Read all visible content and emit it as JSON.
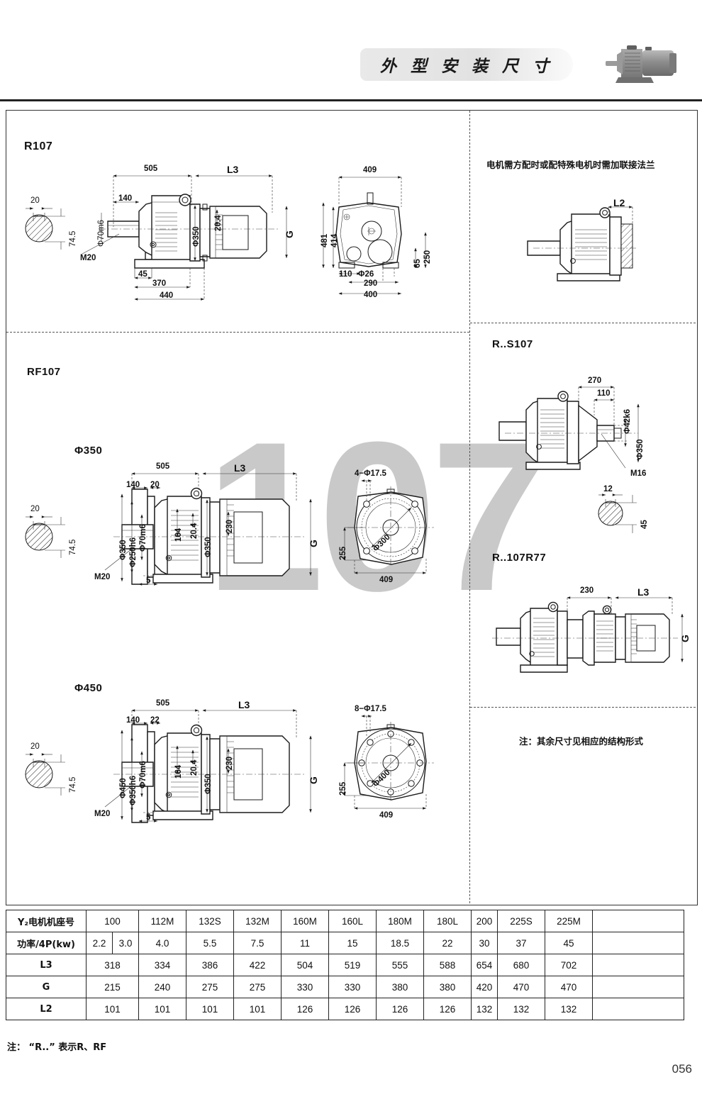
{
  "header": {
    "title": "外 型 安 装 尺 寸",
    "product_photo_alt": "gear-motor-photo"
  },
  "sections": {
    "r107": {
      "label": "R107",
      "dims": {
        "key_width": "20",
        "key_height": "74.5",
        "shaft": "Φ70m6",
        "m20": "M20",
        "a140": "140",
        "a505": "505",
        "l3": "L3",
        "phi350": "Φ350",
        "d204": "20.4",
        "g": "G",
        "b45": "45",
        "b370": "370",
        "b440": "440",
        "e409": "409",
        "e481": "481",
        "e414": "414",
        "e250": "250",
        "e65": "65",
        "e110": "110",
        "phi26": "Φ26",
        "e290": "290",
        "e400": "400"
      }
    },
    "flange_note": {
      "text": "电机需方配时或配特殊电机时需加联接法兰",
      "dims": {
        "l2": "L2"
      }
    },
    "rf107": {
      "label": "RF107",
      "variant350": {
        "label": "Φ350",
        "dims": {
          "key_width": "20",
          "key_height": "74.5",
          "a505": "505",
          "a140": "140",
          "a20": "20",
          "flange_od": "Φ350",
          "pilot": "Φ250h6",
          "shaft": "Φ70m6",
          "m20": "M20",
          "a5": "5",
          "d164": "164",
          "d204": "20.4",
          "phi350": "Φ350",
          "d230": "230",
          "l3": "L3",
          "g": "G",
          "bolts": "4−Φ17.5",
          "bcd": "Φ300",
          "f255": "255",
          "f409": "409"
        }
      },
      "variant450": {
        "label": "Φ450",
        "dims": {
          "key_width": "20",
          "key_height": "74.5",
          "a505": "505",
          "a140": "140",
          "a22": "22",
          "flange_od": "Φ450",
          "pilot": "Φ350h6",
          "shaft": "Φ70m6",
          "m20": "M20",
          "a5": "5",
          "d164": "164",
          "d204": "20.4",
          "phi350": "Φ350",
          "d230": "230",
          "l3": "L3",
          "g": "G",
          "bolts": "8−Φ17.5",
          "bcd": "Φ400",
          "f255": "255",
          "f409": "409"
        }
      }
    },
    "rs107": {
      "label": "R..S107",
      "dims": {
        "a270": "270",
        "a110": "110",
        "shaft": "Φ42k6",
        "phi350": "Φ350",
        "m16": "M16",
        "key_width": "12",
        "key_height": "45"
      }
    },
    "r107r77": {
      "label": "R..107R77",
      "dims": {
        "a230": "230",
        "l3": "L3",
        "g": "G"
      }
    },
    "note_right": "注：其余尺寸见相应的结构形式"
  },
  "table": {
    "rows": [
      {
        "header": "Y₂电机机座号",
        "cells": [
          "100",
          "112M",
          "132S",
          "132M",
          "160M",
          "160L",
          "180M",
          "180L",
          "200",
          "225S",
          "225M",
          ""
        ]
      },
      {
        "header": "功率/4P(kw)",
        "cells": [
          "2.2",
          "3.0",
          "4.0",
          "5.5",
          "7.5",
          "11",
          "15",
          "18.5",
          "22",
          "30",
          "37",
          "45",
          ""
        ]
      },
      {
        "header": "L3",
        "cells": [
          "318",
          "334",
          "386",
          "422",
          "504",
          "519",
          "555",
          "588",
          "654",
          "680",
          "702",
          ""
        ]
      },
      {
        "header": "G",
        "cells": [
          "215",
          "240",
          "275",
          "275",
          "330",
          "330",
          "380",
          "380",
          "420",
          "470",
          "470",
          ""
        ]
      },
      {
        "header": "L2",
        "cells": [
          "101",
          "101",
          "101",
          "101",
          "126",
          "126",
          "126",
          "126",
          "132",
          "132",
          "132",
          ""
        ]
      }
    ]
  },
  "footer": {
    "note": "注： “R..” 表示R、RF",
    "page_number": "056"
  },
  "watermark": "107"
}
